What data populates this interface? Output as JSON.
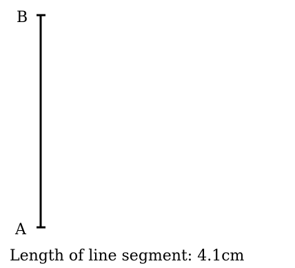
{
  "diagram": {
    "points": {
      "top_label": "B",
      "bottom_label": "A"
    },
    "caption": "Length of line segment: 4.1cm",
    "colors": {
      "stroke": "#000000",
      "background": "#ffffff"
    }
  }
}
